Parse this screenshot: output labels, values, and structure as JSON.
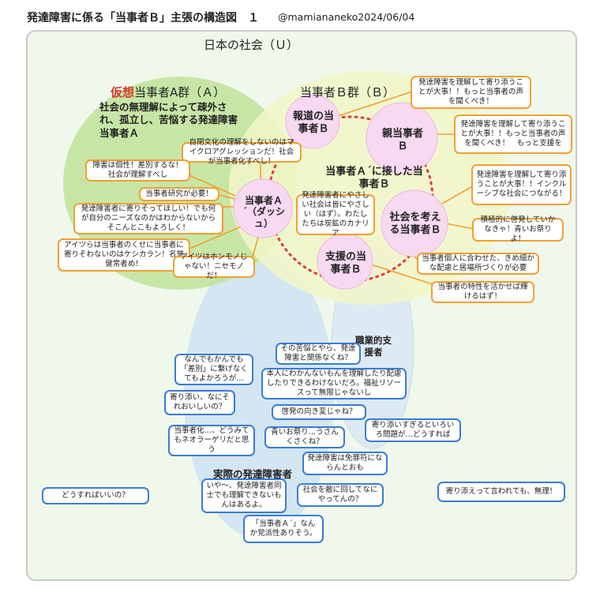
{
  "header": {
    "title": "発達障害に係る「当事者Ｂ」主張の構造図　１",
    "handle": "@mamiananeko2024/06/04"
  },
  "sets": {
    "society": "日本の社会（Ｕ）",
    "groupA_prefix": "仮想",
    "groupA_rest": "当事者A群（Ａ）",
    "groupA_desc": "社会の無理解によって疎外され、孤立し、苦悩する発達障害当事者Ａ",
    "groupB": "当事者Ｂ群（Ｂ）",
    "contactB": "当事者Ａ´に接した当事者Ｂ",
    "professional": "職業的支援者",
    "actual": "実際の発達障害者"
  },
  "nodes": {
    "dash": "当事者Ａ´（ダッシュ）",
    "press": "報道の当事者Ｂ",
    "parent": "親当事者Ｂ",
    "society_think": "社会を考える当事者Ｂ",
    "support": "支援の当事者Ｂ"
  },
  "orange_bubbles": [
    {
      "text": "発達障害を理解して寄り添うことが大事！！もっと当事者の声を聞くべき！"
    },
    {
      "text": "発達障害を理解して寄り添うことが大事！！もっと当事者の声を聞くべき！　もっと支援を"
    },
    {
      "text": "発達障害を理解して寄り添うことが大事！！インクルーシブな社会につながる！"
    },
    {
      "text": "積極的に啓発していかなきゃ！青いお祭りよ！"
    },
    {
      "text": "当事者個人に合わせた、きめ細かな配慮と居場所づくりが必要"
    },
    {
      "text": "当事者の特性を活かせば輝けるはず！"
    },
    {
      "text": "自閉文化の理解をしないのはマイクロアグレッションだ！社会が当事者化すべし！"
    },
    {
      "text": "障害は個性！差別するな！社会が理解すべし"
    },
    {
      "text": "当事者研究が必要！"
    },
    {
      "text": "発達障害者に寄りそってほしい！でも何が自分のニーズなのかはわからないからそこんとこもよろしく！"
    },
    {
      "text": "アイツらは当事者のくせに当事者に寄りそわないのはケシカラン！名誉健常者め！"
    },
    {
      "text": "アイツはホンモノじゃない！ニセモノだ！"
    },
    {
      "text": "発達障害者にやさしい社会は皆にやさしい（はず）。わたしたちは炭鉱のカナリア"
    }
  ],
  "blue_bubbles": [
    {
      "text": "その苦悩とやら、発達障害と関係なくね？"
    },
    {
      "text": "なんでもかんでも「差別」に繋げなくてもよかろうが…"
    },
    {
      "text": "本人にわかんないもんを理解したり配慮したりできるわけないだろ。福祉リソースって無限じゃないし"
    },
    {
      "text": "寄り添い、なにそれおいしいの？"
    },
    {
      "text": "啓発の向き変じゃね？"
    },
    {
      "text": "寄り添いすぎるといろいろ問題が…どうすれば"
    },
    {
      "text": "当事者化…、どうみてもネオラーゲリだと思う"
    },
    {
      "text": "青いお祭り…うさんくさくね？"
    },
    {
      "text": "発達障害は免罪符にならんとおも"
    },
    {
      "text": "いや～、発達障害者同士でも理解できないもんはあるよ。"
    },
    {
      "text": "社会を敵に回してなにやってんの？"
    },
    {
      "text": "寄り添えって言われても、無理！"
    },
    {
      "text": "どうすればいいの？"
    },
    {
      "text": "「当事者Ａ´」なんか党派性ありそう。"
    }
  ],
  "colors": {
    "background": "#eff8eb",
    "groupA": "#bfe39a",
    "groupB": "#f2f6c8",
    "actual": "#cfe3f3",
    "node": "#f7d9f2",
    "orange": "#f0a030",
    "blue": "#3a7bd5",
    "dashed": "#e23a3a",
    "accent": "#d63a2a"
  }
}
